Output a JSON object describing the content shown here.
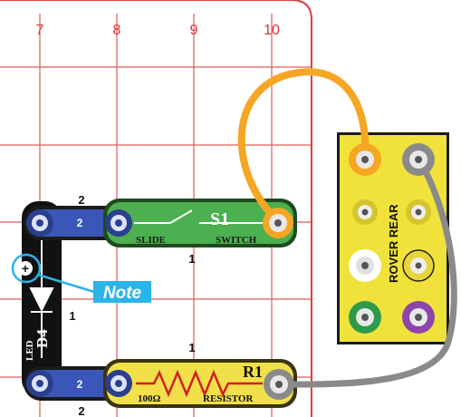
{
  "grid": {
    "columns": [
      "7",
      "8",
      "9",
      "10"
    ],
    "line_color": "#e05a5a",
    "border_color": "#d94040"
  },
  "parts": {
    "switch": {
      "id": "S1",
      "line1": "SLIDE",
      "line2": "SWITCH",
      "snap_labels": [
        "2",
        "2"
      ],
      "color": "#4caf50"
    },
    "led": {
      "id": "D4",
      "label": "LED",
      "plus": "+",
      "snap_labels": [
        "2",
        "2"
      ],
      "color": "#111111"
    },
    "resistor": {
      "id": "R1",
      "value": "100Ω",
      "label": "RESISTOR",
      "color": "#f2e04a"
    },
    "rover": {
      "label": "ROVER REAR",
      "color": "#f0e23a"
    }
  },
  "wire_numbers": [
    "2",
    "1",
    "1",
    "1",
    "2"
  ],
  "note": {
    "text": "Note",
    "color": "#2ab4e8"
  },
  "wires": {
    "orange": "#f5a623",
    "gray": "#8a8a8a"
  }
}
